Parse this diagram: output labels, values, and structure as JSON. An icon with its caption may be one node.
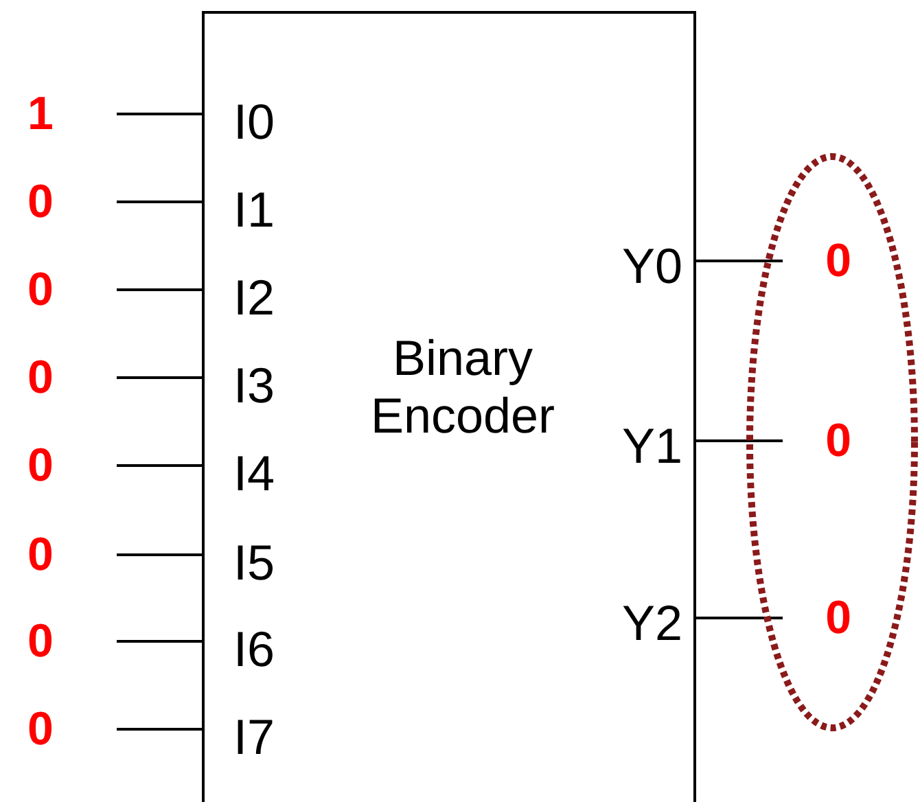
{
  "diagram": {
    "nodes": [
      {
        "text": [
          "Binary Encoder"
        ]
      },
      {
        "text": [
          "1"
        ]
      },
      {
        "text": [
          "0"
        ]
      },
      {
        "text": [
          "0"
        ]
      },
      {
        "text": [
          "0"
        ]
      },
      {
        "text": [
          "0"
        ]
      },
      {
        "text": [
          "0"
        ]
      },
      {
        "text": [
          "0"
        ]
      },
      {
        "text": [
          "0"
        ]
      },
      {
        "text": [],
        "shape": "ellipse"
      },
      {
        "text": [
          "0"
        ],
        "in": 9
      },
      {
        "text": [
          "0"
        ],
        "in": 9
      },
      {
        "text": [
          "0"
        ],
        "in": 9
      }
    ],
    "edges": [
      {
        "from": 1,
        "to": 0,
        "arrow": "none"
      },
      {
        "from": 2,
        "to": 0,
        "arrow": "none"
      },
      {
        "from": 3,
        "to": 0,
        "arrow": "none"
      },
      {
        "from": 4,
        "to": 0,
        "arrow": "none"
      },
      {
        "from": 5,
        "to": 0,
        "arrow": "none"
      },
      {
        "from": 6,
        "to": 0,
        "arrow": "none"
      },
      {
        "from": 7,
        "to": 0,
        "arrow": "none"
      },
      {
        "from": 8,
        "to": 0,
        "arrow": "none"
      },
      {
        "from": 0,
        "to": 10,
        "arrow": "none"
      },
      {
        "from": 0,
        "to": 11,
        "arrow": "none"
      },
      {
        "from": 0,
        "to": 12,
        "arrow": "none"
      }
    ],
    "labels": [
      "I0",
      "I1",
      "I2",
      "I3",
      "I4",
      "I5",
      "I6",
      "I7",
      "Y0",
      "Y1",
      "Y2"
    ]
  }
}
